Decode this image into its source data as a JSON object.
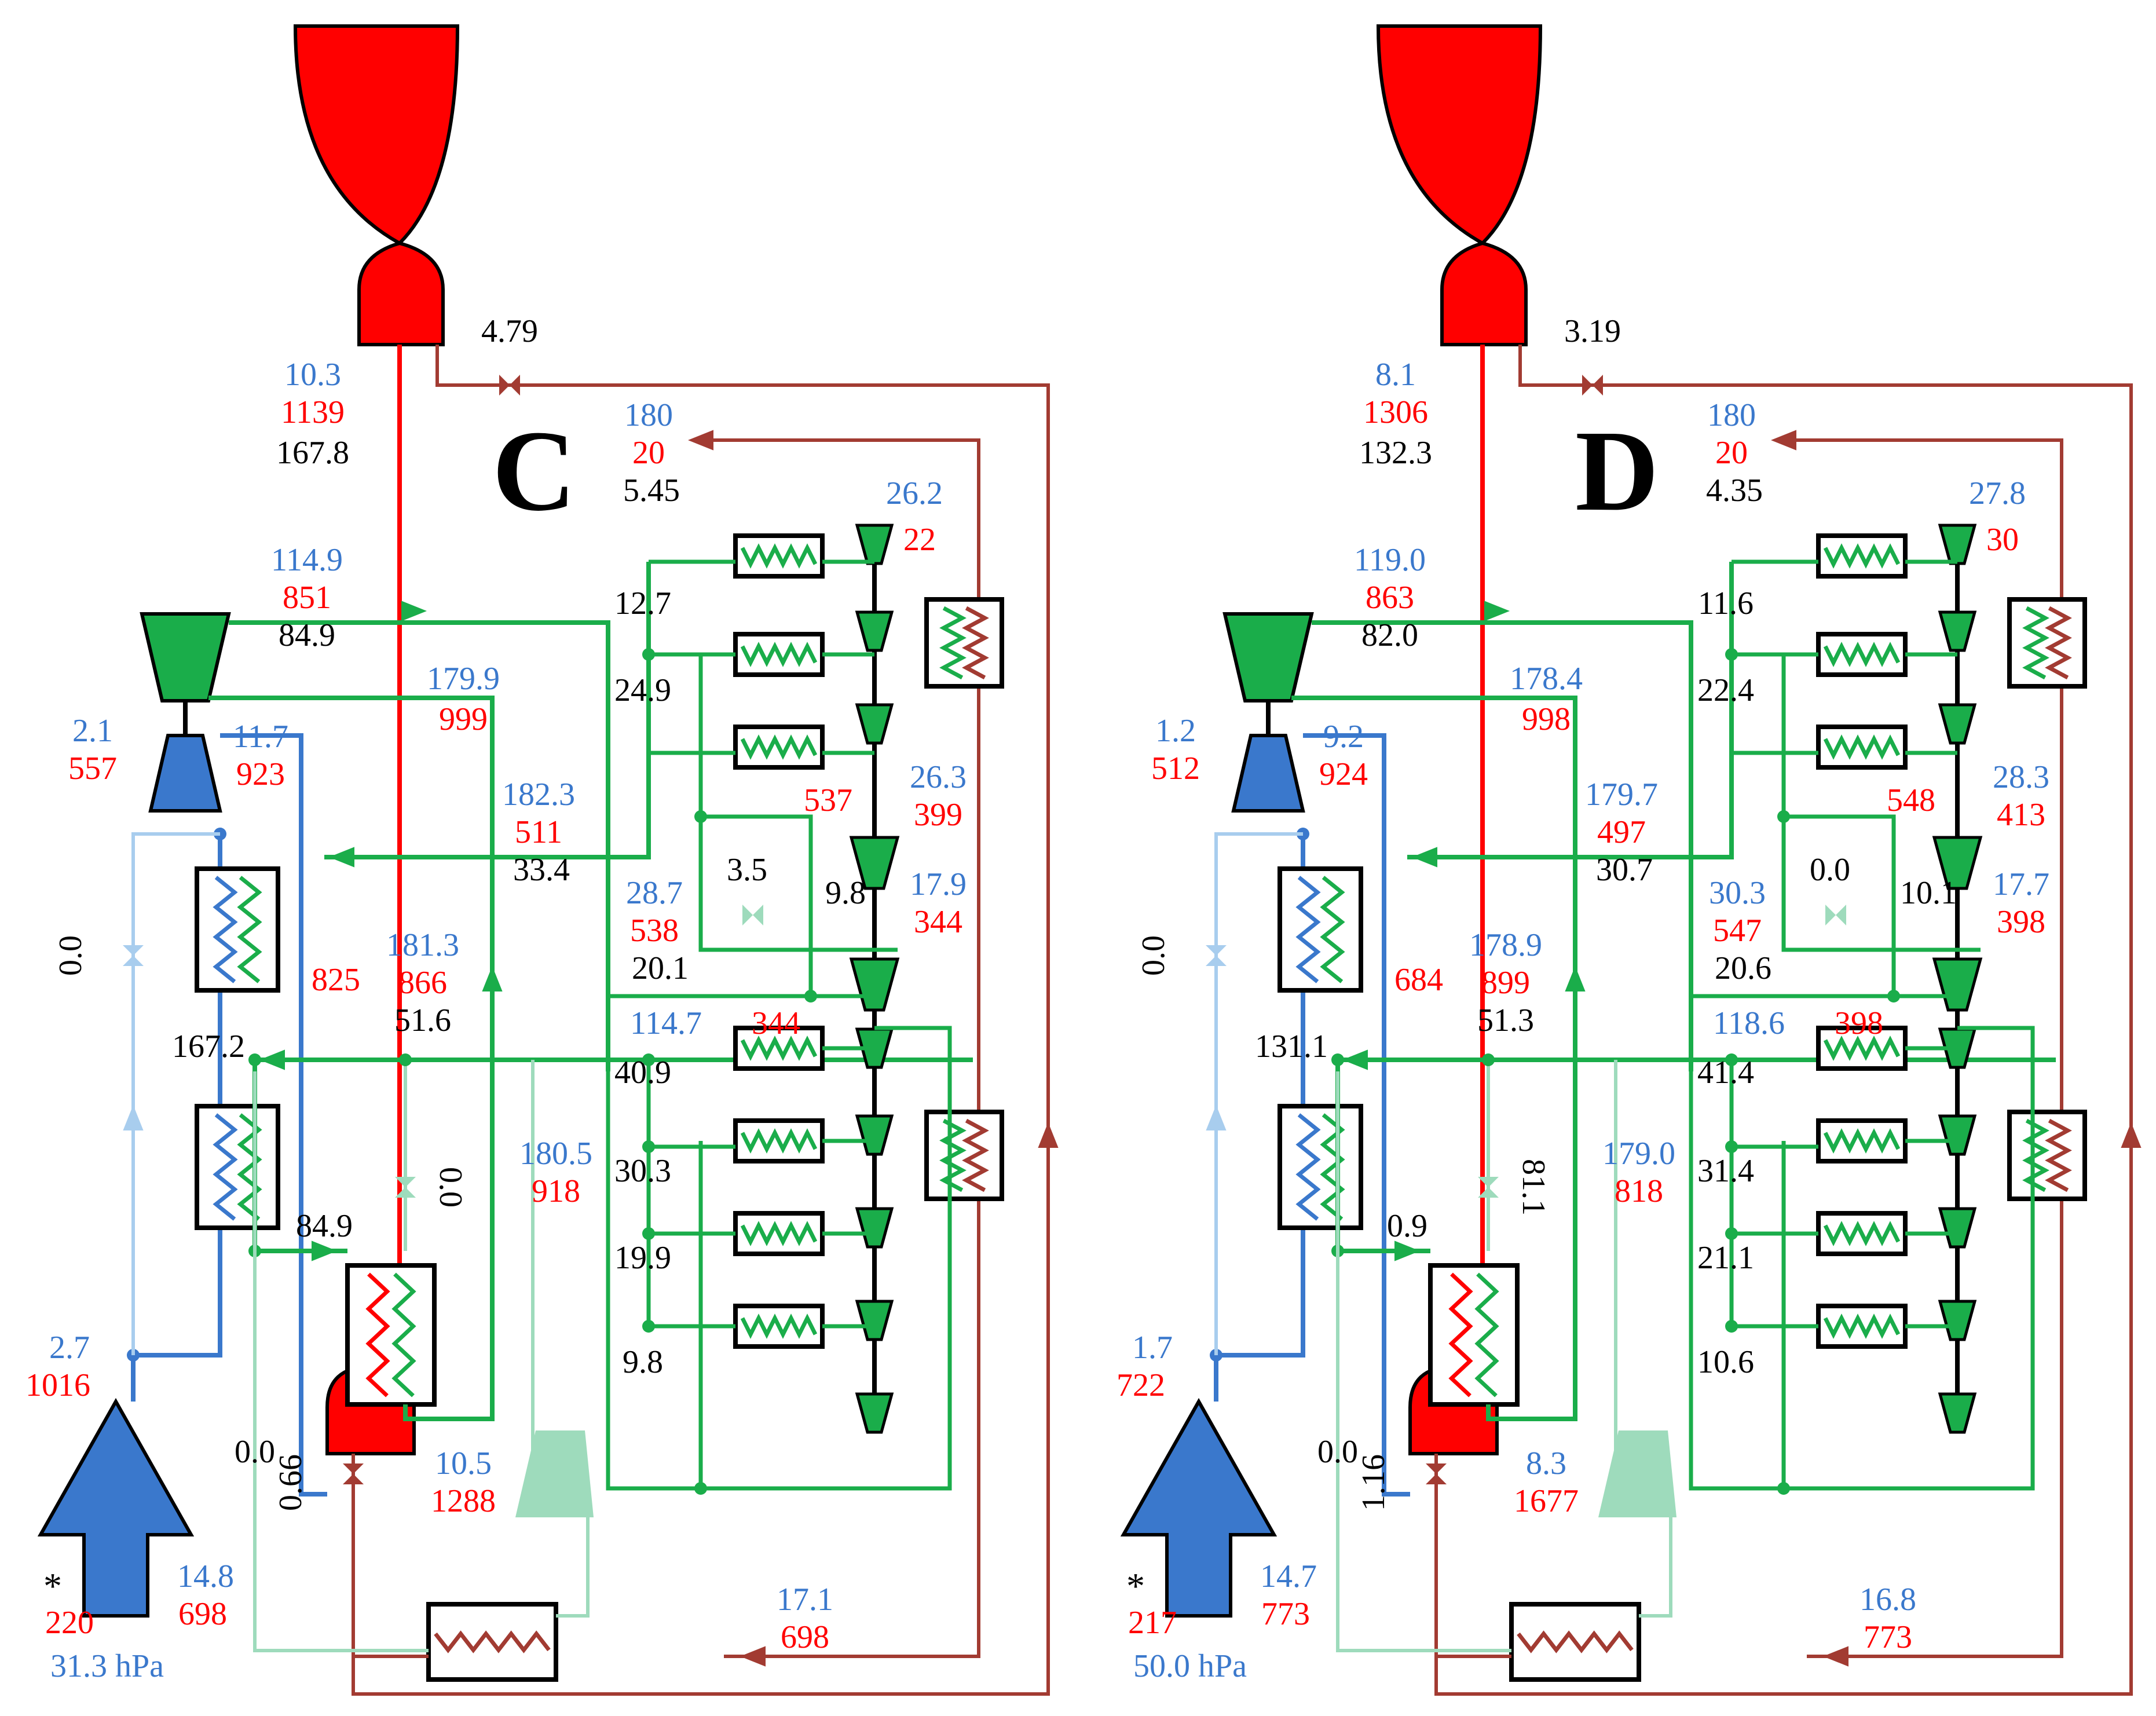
{
  "colors": {
    "red": "#ff0000",
    "dark_red": "#a23b32",
    "green": "#1aad4a",
    "dark_green": "#0d8a3a",
    "light_green": "#9edbbc",
    "blue": "#3a78cc",
    "light_blue": "#a8cdee",
    "black": "#000000"
  },
  "icons": {
    "nozzle": "rocket-nozzle",
    "combustion_chamber": "combustion-chamber",
    "preburner": "preburner",
    "turbine": "turbine",
    "pump": "pump",
    "heat_exchanger": "heat-exchanger",
    "valve": "valve",
    "inlet": "intake-arrow"
  },
  "panels": [
    {
      "id": "C",
      "panel_label": "C",
      "inlet": {
        "star": "*",
        "temp": "220",
        "pressure": "31.3 hPa"
      },
      "labels": {
        "chamber_p": "10.3",
        "chamber_t": "1139",
        "chamber_flow": "167.8",
        "valve_top_flow": "4.79",
        "tank_p": "180",
        "tank_t": "20",
        "tank_flow": "5.45",
        "comp_out_p": "114.9",
        "comp_out_t": "851",
        "comp_out_flow": "84.9",
        "ret_p": "179.9",
        "ret_t": "999",
        "pump_top_p": "26.2",
        "pump_top_t": "22",
        "blue_turb_p": "2.1",
        "blue_turb_t": "557",
        "blue_out_p": "11.7",
        "blue_out_t": "923",
        "cool_p": "182.3",
        "cool_t": "511",
        "cool_flow": "33.4",
        "hx_out_t": "537",
        "hx_side_p": "26.3",
        "hx_side_t": "399",
        "bleed_flow": "3.5",
        "mid_p": "28.7",
        "mid_t": "538",
        "mid_flow": "20.1",
        "mid_b": "9.8",
        "mid_side_p": "17.9",
        "mid_side_t": "344",
        "lb_valve": "0.0",
        "hx1_t": "825",
        "hx1_p2": "181.3",
        "hx1_t2": "866",
        "hx1_flow": "51.6",
        "lower_p": "114.7",
        "lower_t": "344",
        "split_flow": "167.2",
        "g_valve": "0.0",
        "hx2_p": "180.5",
        "hx2_t": "918",
        "hx2_flow": "84.9",
        "zero_left": "0.0",
        "pre_p": "10.5",
        "pre_t": "1288",
        "in_p": "2.7",
        "in_t": "1016",
        "pre_valve": "0.66",
        "bot_p": "14.8",
        "bot_t": "698",
        "ret_bot_p": "17.1",
        "ret_bot_t": "698",
        "stage_flows": [
          "12.7",
          "24.9",
          "40.9",
          "30.3",
          "19.9",
          "9.8"
        ]
      }
    },
    {
      "id": "D",
      "panel_label": "D",
      "inlet": {
        "star": "*",
        "temp": "217",
        "pressure": "50.0 hPa"
      },
      "labels": {
        "chamber_p": "8.1",
        "chamber_t": "1306",
        "chamber_flow": "132.3",
        "valve_top_flow": "3.19",
        "tank_p": "180",
        "tank_t": "20",
        "tank_flow": "4.35",
        "comp_out_p": "119.0",
        "comp_out_t": "863",
        "comp_out_flow": "82.0",
        "ret_p": "178.4",
        "ret_t": "998",
        "pump_top_p": "27.8",
        "pump_top_t": "30",
        "blue_turb_p": "1.2",
        "blue_turb_t": "512",
        "blue_out_p": "9.2",
        "blue_out_t": "924",
        "cool_p": "179.7",
        "cool_t": "497",
        "cool_flow": "30.7",
        "hx_out_t": "548",
        "hx_side_p": "28.3",
        "hx_side_t": "413",
        "bleed_flow": "0.0",
        "mid_p": "30.3",
        "mid_t": "547",
        "mid_flow": "20.6",
        "mid_b": "10.1",
        "mid_side_p": "17.7",
        "mid_side_t": "398",
        "lb_valve": "0.0",
        "hx1_t": "684",
        "hx1_p2": "178.9",
        "hx1_t2": "899",
        "hx1_flow": "51.3",
        "lower_p": "118.6",
        "lower_t": "398",
        "split_flow": "131.1",
        "g_valve": "81.1",
        "hx2_p": "179.0",
        "hx2_t": "818",
        "hx2_flow": "0.9",
        "zero_left": "0.0",
        "pre_p": "8.3",
        "pre_t": "1677",
        "in_p": "1.7",
        "in_t": "722",
        "pre_valve": "1.16",
        "bot_p": "14.7",
        "bot_t": "773",
        "ret_bot_p": "16.8",
        "ret_bot_t": "773",
        "stage_flows": [
          "11.6",
          "22.4",
          "41.4",
          "31.4",
          "21.1",
          "10.6"
        ]
      }
    }
  ]
}
